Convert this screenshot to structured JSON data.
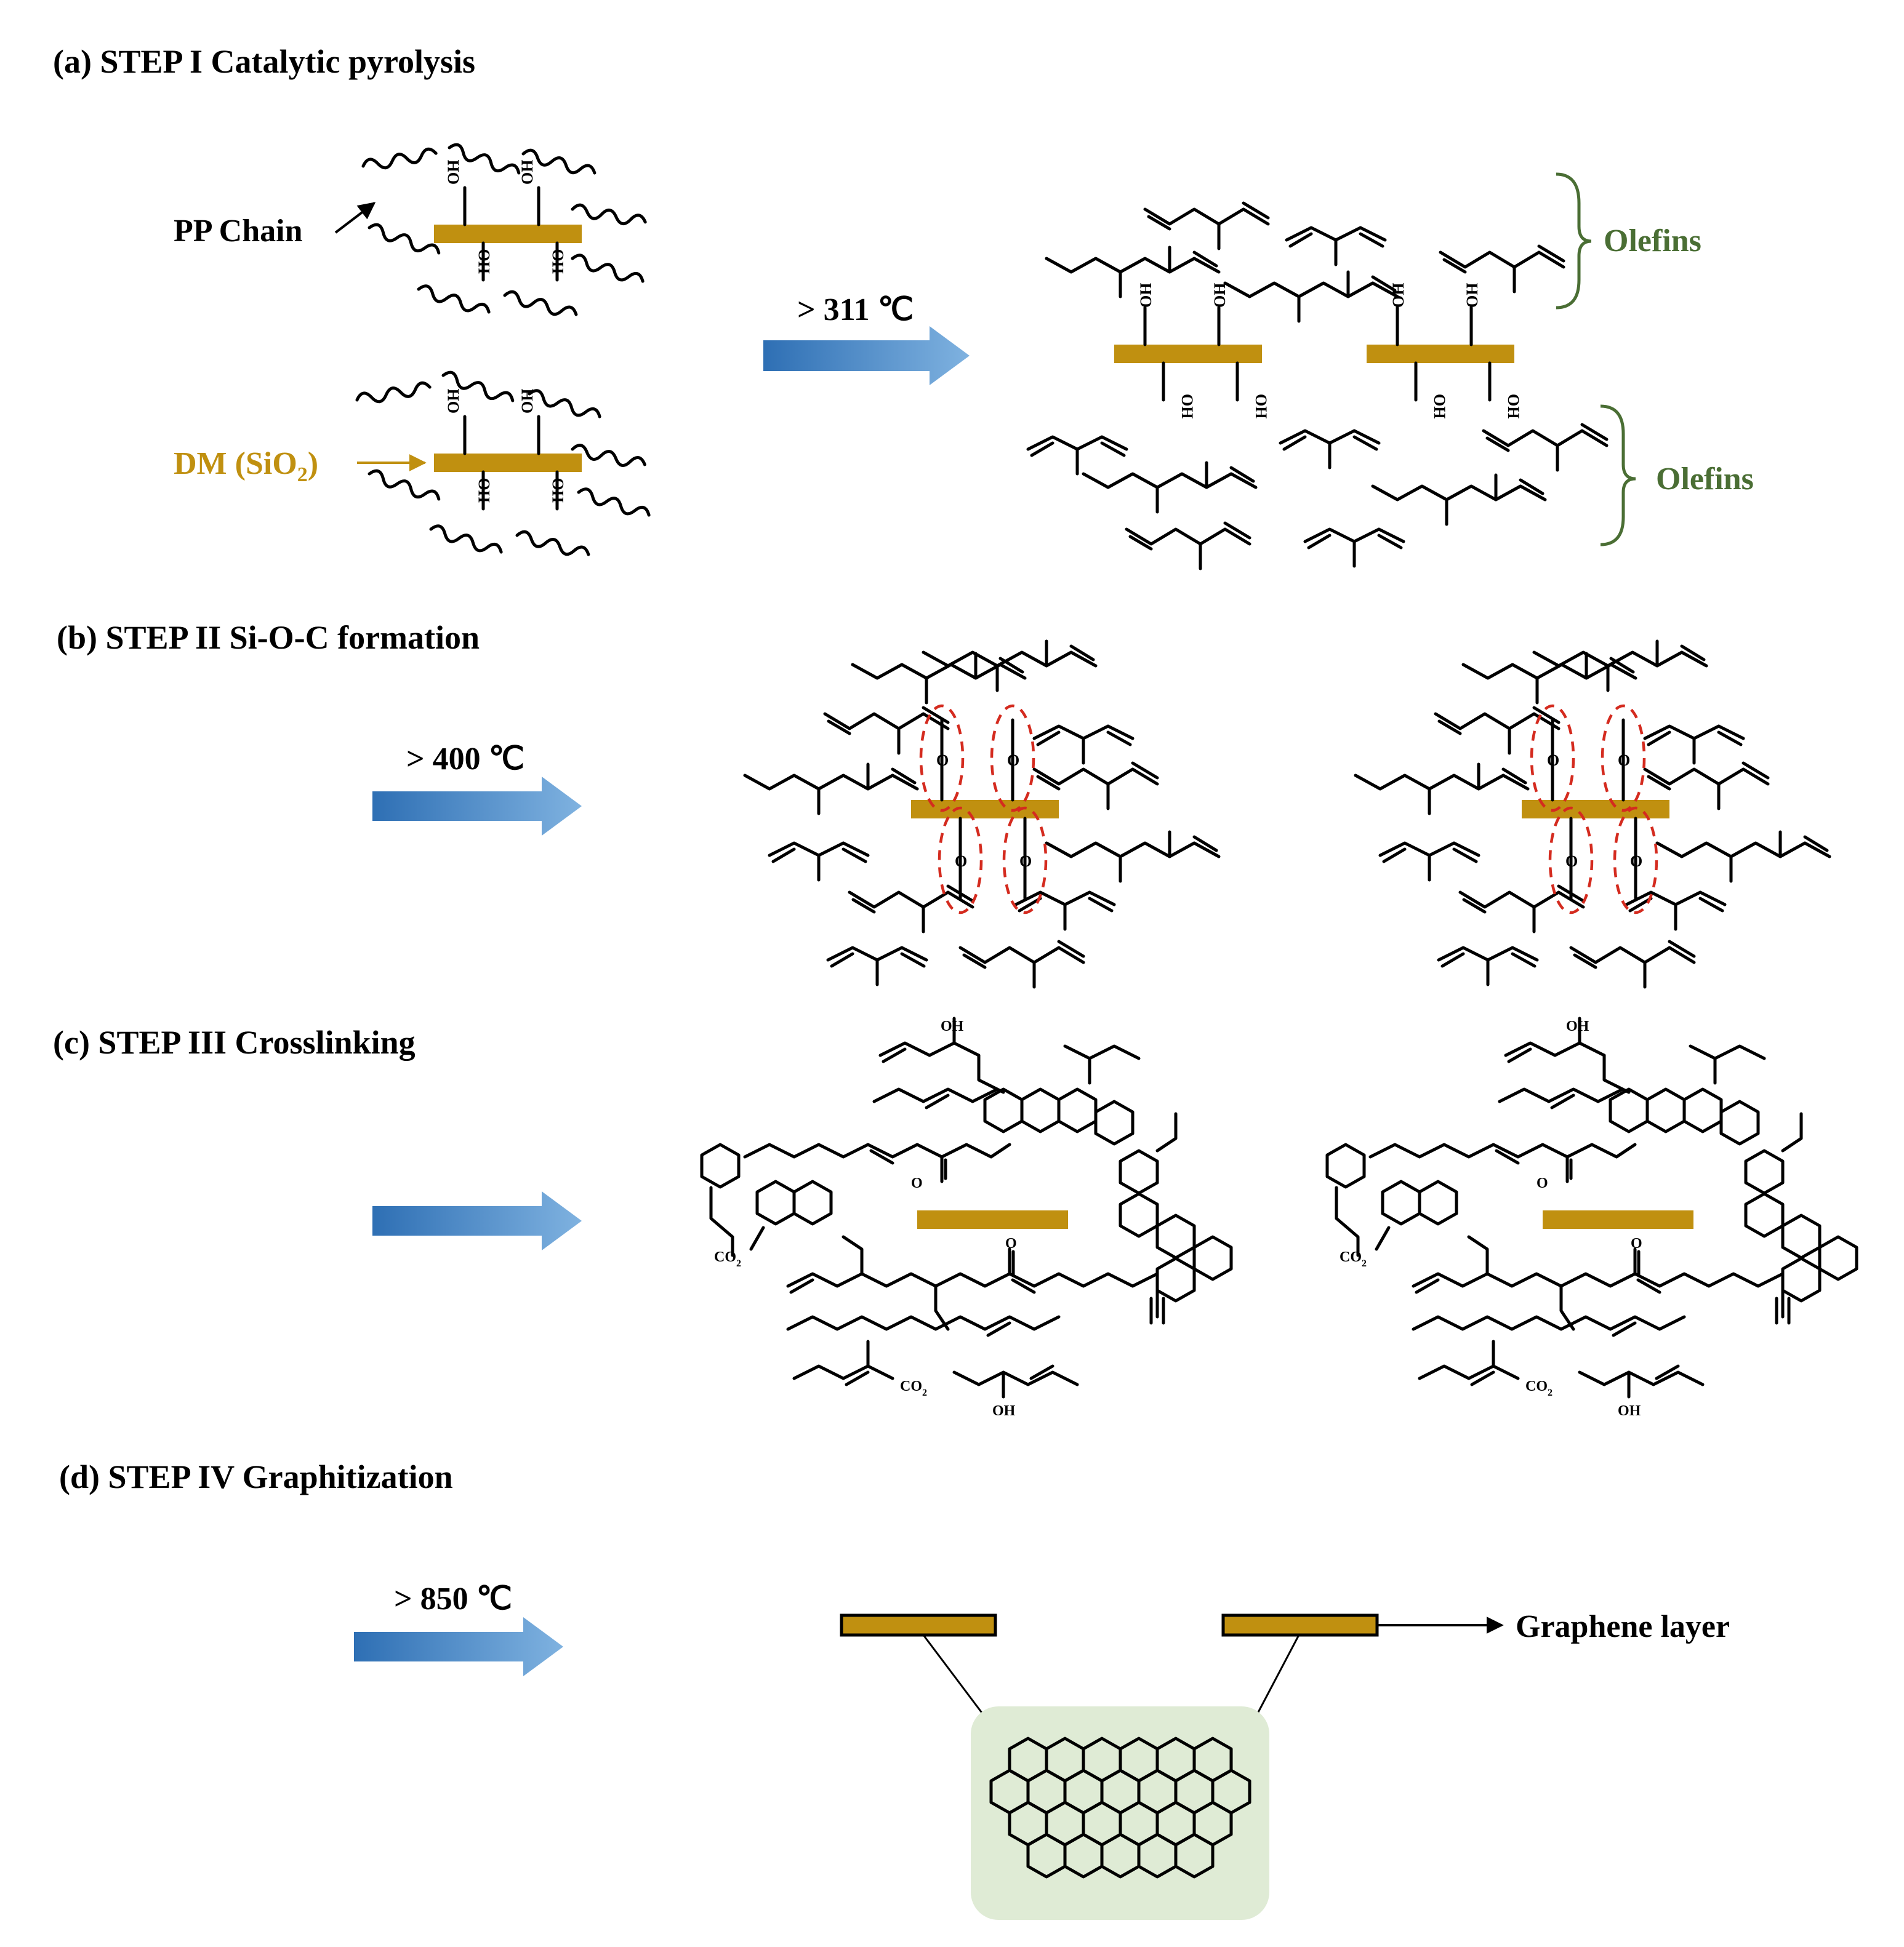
{
  "steps": {
    "a": {
      "heading": "(a) STEP I Catalytic pyrolysis",
      "temp": "> 311 ℃"
    },
    "b": {
      "heading": "(b) STEP II  Si-O-C formation",
      "temp": "> 400 ℃"
    },
    "c": {
      "heading": "(c) STEP III Crosslinking",
      "temp": ""
    },
    "d": {
      "heading": "(d) STEP IV Graphitization",
      "temp": "> 850 ℃"
    }
  },
  "labels": {
    "pp_chain": "PP Chain",
    "dm_main": "DM (SiO",
    "dm_sub": "2",
    "dm_close": ")",
    "olefins_top": "Olefins",
    "olefins_bottom": "Olefins",
    "graphene_layer": "Graphene layer",
    "oh": "OH",
    "ho": "HO",
    "o": "O",
    "co2_main": "CO",
    "co2_sub": "2"
  },
  "colors": {
    "sio2": "#c09010",
    "arrow_start": "#2e6fb4",
    "arrow_end": "#7fb2e0",
    "olefin_bracket": "#4a6e34",
    "si_o_c_highlight": "#d42b1f",
    "graphene_inset_bg": "#dfebd5"
  },
  "icons": {
    "process_arrow": "arrow-right-icon",
    "sio2_particle": "bar-icon"
  }
}
